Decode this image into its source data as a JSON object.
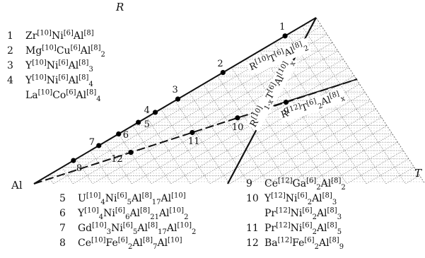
{
  "diagram": {
    "axes": {
      "R": "R",
      "T": "T",
      "Al": "Al"
    },
    "line_labels": {
      "upper": "R[10]T[6]Al[8]2",
      "middle": "R[10]1-xT[6]Al[10]x",
      "lower": "R[12]T[6]2Al[8]x"
    },
    "left_legend": [
      {
        "num": "1",
        "formula": "Zr[10]Ni[6]Al[8]"
      },
      {
        "num": "2",
        "formula": "Mg[10]Cu[6]Al[8]2"
      },
      {
        "num": "3",
        "formula": "Y[10]Ni[6]Al[8]3"
      },
      {
        "num": "4",
        "formula": "Y[10]Ni[6]Al[8]4"
      },
      {
        "num": "",
        "formula": "La[10]Co[6]Al[8]4"
      }
    ],
    "bottom_left_legend": [
      {
        "num": "5",
        "formula": "U[10]4Ni[6]5Al[8]17Al[10]"
      },
      {
        "num": "6",
        "formula": "Y[10]4Ni[6]6Al[8]21Al[10]2"
      },
      {
        "num": "7",
        "formula": "Gd[10]3Ni[6]5Al[8]17Al[10]2"
      },
      {
        "num": "8",
        "formula": "Ce[10]Fe[6]2Al[8]7Al[10]"
      }
    ],
    "bottom_right_legend": [
      {
        "num": "9",
        "formula": "Ce[12]Ga[6]2Al[8]2"
      },
      {
        "num": "10",
        "formula": "Y[12]Ni[6]2Al[8]3"
      },
      {
        "num": "",
        "formula": "Pr[12]Ni[6]2Al[8]3"
      },
      {
        "num": "11",
        "formula": "Pr[12]Ni[6]2Al[8]5"
      },
      {
        "num": "12",
        "formula": "Ba[12]Fe[6]2Al[8]9"
      }
    ],
    "points": [
      {
        "id": "1",
        "line": "upper",
        "t": 0.89
      },
      {
        "id": "2",
        "line": "upper",
        "t": 0.67
      },
      {
        "id": "3",
        "line": "upper",
        "t": 0.51
      },
      {
        "id": "4",
        "line": "upper",
        "t": 0.43
      },
      {
        "id": "5",
        "line": "upper",
        "t": 0.37
      },
      {
        "id": "6",
        "line": "upper",
        "t": 0.3
      },
      {
        "id": "7",
        "line": "upper",
        "t": 0.23
      },
      {
        "id": "8",
        "line": "upper",
        "t": 0.14
      },
      {
        "id": "9",
        "line": "lower",
        "t": 0.78
      },
      {
        "id": "10",
        "line": "lower",
        "t": 0.63
      },
      {
        "id": "11",
        "line": "lower",
        "t": 0.49
      },
      {
        "id": "12",
        "line": "lower",
        "t": 0.3
      }
    ]
  }
}
